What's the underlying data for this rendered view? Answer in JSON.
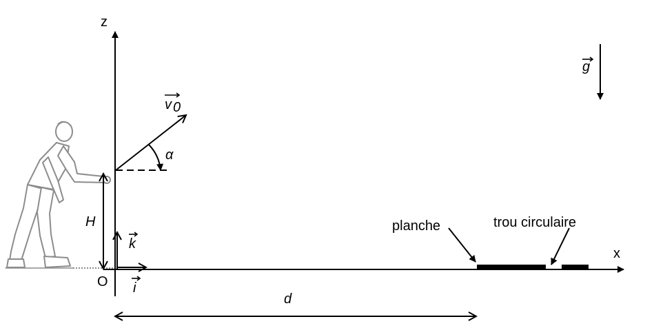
{
  "labels": {
    "z_axis": "z",
    "x_axis": "x",
    "origin": "O",
    "unit_k": "k",
    "unit_i": "i",
    "gravity": "g",
    "velocity_symbol": "v",
    "velocity_subscript": "0",
    "angle": "α",
    "height": "H",
    "distance": "d",
    "board": "planche",
    "hole": "trou circulaire"
  },
  "colors": {
    "ink": "#000000",
    "person": "#8c8c8c"
  }
}
